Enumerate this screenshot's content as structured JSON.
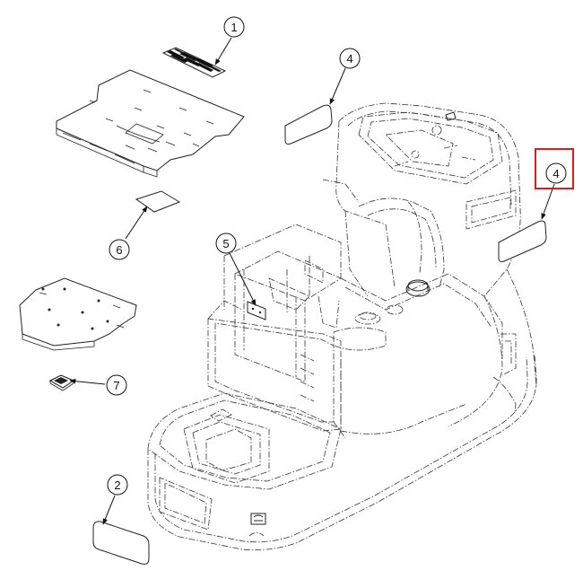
{
  "callouts": [
    {
      "id": "c1",
      "label": "1"
    },
    {
      "id": "c2",
      "label": "2"
    },
    {
      "id": "c4a",
      "label": "4"
    },
    {
      "id": "c4b",
      "label": "4",
      "highlighted": true
    },
    {
      "id": "c5",
      "label": "5"
    },
    {
      "id": "c6",
      "label": "6"
    },
    {
      "id": "c7",
      "label": "7"
    }
  ],
  "colors": {
    "line": "#222222",
    "highlight": "#e01b1b",
    "background": "#ffffff"
  }
}
